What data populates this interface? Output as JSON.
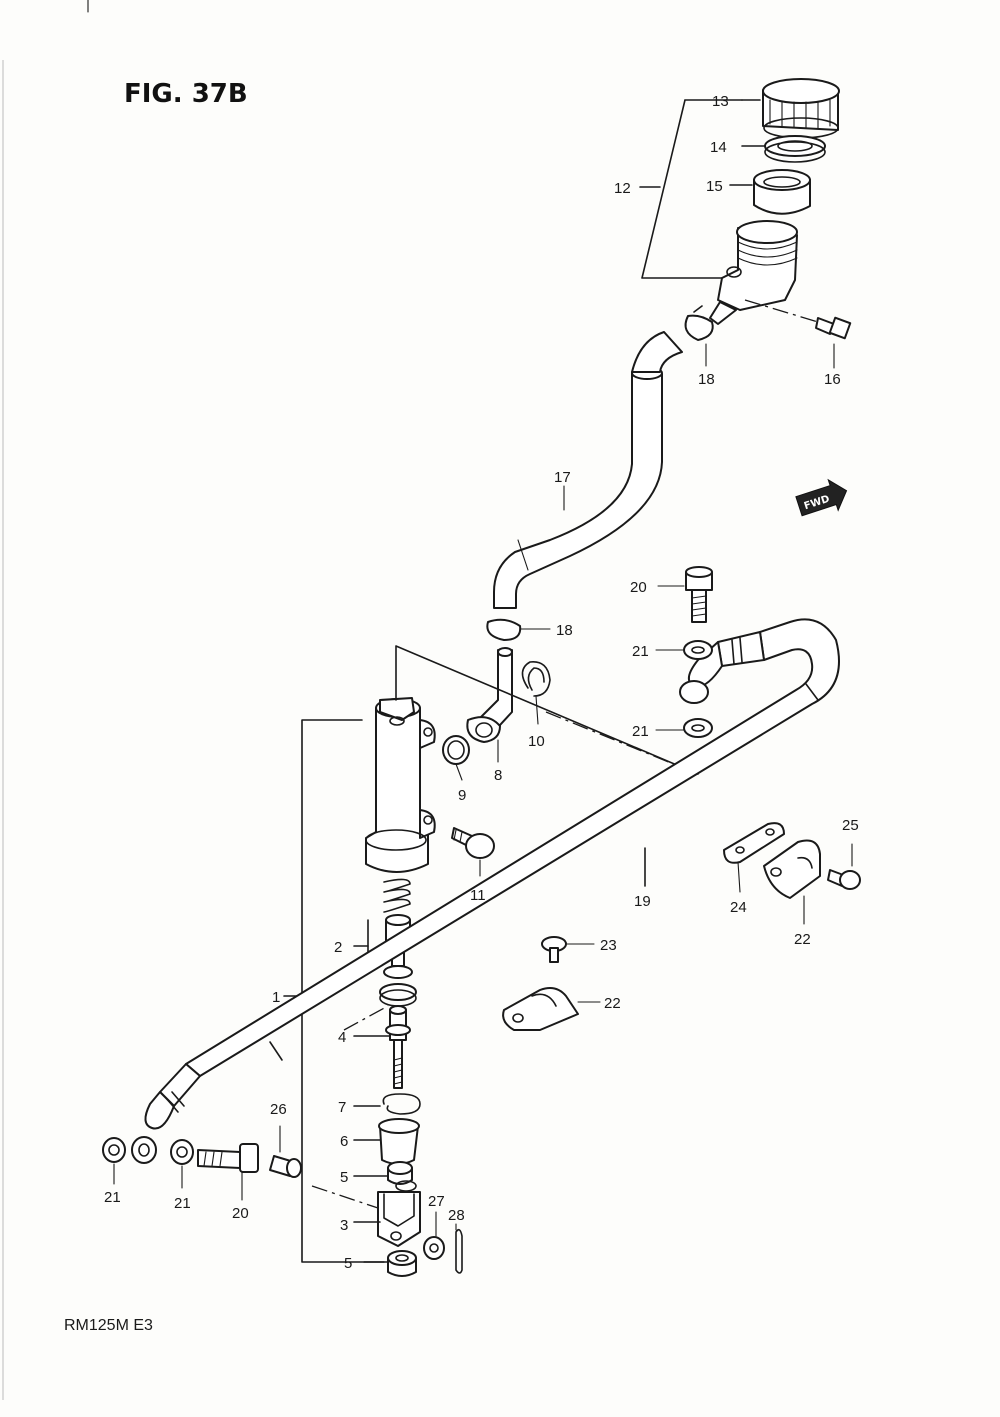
{
  "figure_title": "FIG. 37B",
  "model_code": "RM125M  E3",
  "direction_badge": "FWD",
  "parts": {
    "p1": "1",
    "p2": "2",
    "p3": "3",
    "p4": "4",
    "p5a": "5",
    "p5b": "5",
    "p6": "6",
    "p7": "7",
    "p8": "8",
    "p9": "9",
    "p10": "10",
    "p11": "11",
    "p12": "12",
    "p13": "13",
    "p14": "14",
    "p15": "15",
    "p16": "16",
    "p17": "17",
    "p18a": "18",
    "p18b": "18",
    "p19": "19",
    "p20a": "20",
    "p20b": "20",
    "p21a": "21",
    "p21b": "21",
    "p21c": "21",
    "p21d": "21",
    "p22a": "22",
    "p22b": "22",
    "p23": "23",
    "p24": "24",
    "p25": "25",
    "p26": "26",
    "p27": "27",
    "p28": "28"
  }
}
